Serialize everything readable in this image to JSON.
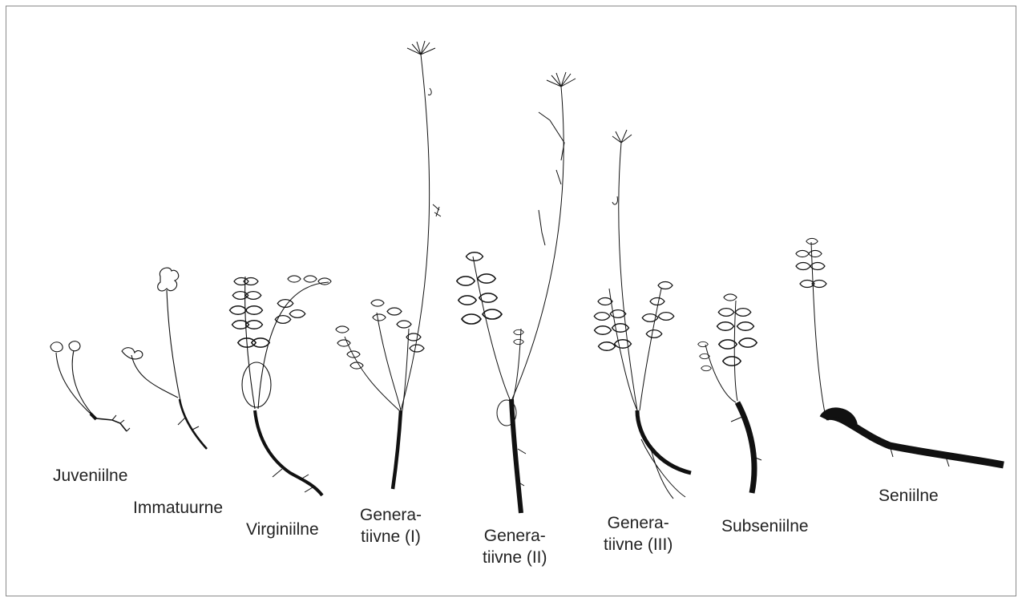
{
  "stages": [
    {
      "id": "juvenile",
      "lines": [
        "Juveniilne"
      ]
    },
    {
      "id": "immature",
      "lines": [
        "Immatuurne"
      ]
    },
    {
      "id": "virginile",
      "lines": [
        "Virginiilne"
      ]
    },
    {
      "id": "generative-1",
      "lines": [
        "Genera-",
        "tiivne (I)"
      ]
    },
    {
      "id": "generative-2",
      "lines": [
        "Genera-",
        "tiivne (II)"
      ]
    },
    {
      "id": "generative-3",
      "lines": [
        "Genera-",
        "tiivne (III)"
      ]
    },
    {
      "id": "subsenile",
      "lines": [
        "Subseniilne"
      ]
    },
    {
      "id": "senile",
      "lines": [
        "Seniilne"
      ]
    }
  ],
  "colors": {
    "ink": "#111111",
    "text": "#222222",
    "border": "#8a8a8a"
  }
}
